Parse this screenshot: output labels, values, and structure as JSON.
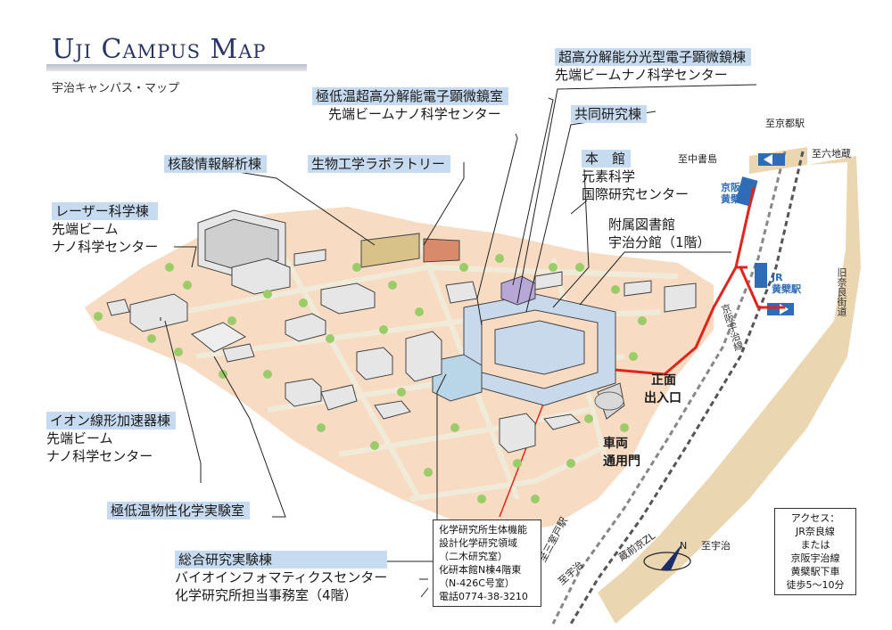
{
  "header": {
    "title": "Uji Campus Map",
    "subtitle": "宇治キャンパス・マップ"
  },
  "labels": {
    "laser": [
      "レーザー科学棟",
      "先端ビーム",
      "ナノ科学センター"
    ],
    "nucleic": "核酸情報解析棟",
    "bio_lab": "生物工学ラボラトリー",
    "cryo_em": [
      "極低温超高分解能電子顕微鏡室",
      "先端ビームナノ科学センター"
    ],
    "spectro_em": [
      "超高分解能分光型電子顕微鏡棟",
      "先端ビームナノ科学センター"
    ],
    "joint_lab": "共同研究棟",
    "main_bldg": [
      "本　館",
      "元素科学",
      "国際研究センター"
    ],
    "library": [
      "附属図書館",
      "宇治分館（1階）"
    ],
    "ion_linac": [
      "イオン線形加速器棟",
      "先端ビーム",
      "ナノ科学センター"
    ],
    "cryo_phys": "極低温物性化学実験室",
    "general_lab": [
      "総合研究実験棟",
      "バイオインフォマティクスセンター",
      "化学研究所担当事務室（4階）"
    ]
  },
  "gates": {
    "main_gate": [
      "正面",
      "出入口"
    ],
    "vehicle_gate": [
      "車両",
      "通用門"
    ]
  },
  "stations": {
    "keihan": [
      "京阪",
      "黄檗駅"
    ],
    "jr": [
      "JR",
      "黄檗駅"
    ]
  },
  "directions": {
    "to_kyoto": "至京都駅",
    "to_nakashoshima": "至中書島",
    "to_rokujizo": "至六地蔵",
    "to_uji_right": "至宇治",
    "to_uji_left": "至宇治",
    "to_sanmurodo": "至三室戸駅",
    "old_nara_road": "旧奈良街道",
    "keihan_line": "京阪宇治線",
    "route_label": "蔵前京ZL"
  },
  "lab_info": {
    "lines": [
      "化学研究所生体機能",
      "設計化学研究領域",
      "（二木研究室）",
      "化研本館N棟4階東",
      "（N-426C号室）",
      "電話0774-38-3210"
    ]
  },
  "access": {
    "lines": [
      "アクセス：",
      "JR奈良線",
      "または",
      "京阪宇治線",
      "黄檗駅下車",
      "徒歩5〜10分"
    ]
  },
  "compass": {
    "mark": "N"
  },
  "colors": {
    "route_red": "#e0241b",
    "highlight_blue": "#c7dbf0",
    "campus_ground": "#f7dcc3",
    "road_beige": "#ead6b0",
    "station_blue": "#2f6cb7",
    "tree_green": "#9ccc6a"
  }
}
